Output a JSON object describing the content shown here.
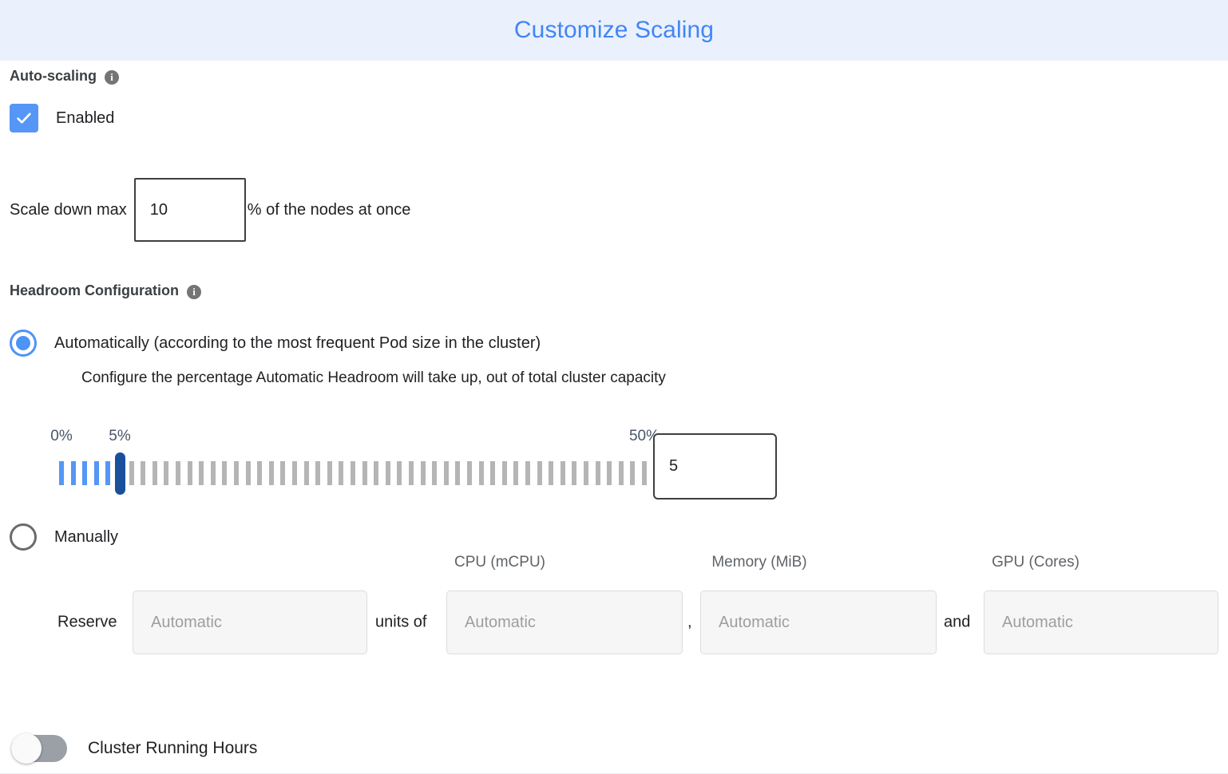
{
  "header": {
    "title": "Customize Scaling",
    "title_color": "#4285f4",
    "background_color": "#eaf1fd"
  },
  "autoscaling": {
    "section_label": "Auto-scaling",
    "info_glyph": "i",
    "checkbox_label": "Enabled",
    "checkbox_checked": true,
    "accent_color": "#5596f6"
  },
  "scale_down": {
    "pre_text": "Scale down max",
    "value": "10",
    "post_text": "% of the nodes at once"
  },
  "headroom": {
    "section_label": "Headroom Configuration",
    "info_glyph": "i",
    "automatic_label": "Automatically (according to the most frequent Pod size in the cluster)",
    "automatic_sub": "Configure the percentage Automatic Headroom will take up, out of total cluster capacity",
    "automatic_selected": true,
    "manual_label": "Manually",
    "manual_selected": false
  },
  "slider": {
    "min_label": "0%",
    "max_label": "50%",
    "current_label": "5%",
    "min": 0,
    "max": 50,
    "value": 5,
    "tick_count": 51,
    "value_input": "5",
    "filled_color": "#5596f6",
    "empty_color": "#b5b5b5",
    "thumb_color": "#1a4f9c",
    "label_color": "#4a5568"
  },
  "reserve": {
    "reserve_text": "Reserve",
    "units_of_text": "units of",
    "comma_text": ",",
    "and_text": "and",
    "units_placeholder": "Automatic",
    "fields": [
      {
        "header": "CPU (mCPU)",
        "placeholder": "Automatic",
        "value": ""
      },
      {
        "header": "Memory (MiB)",
        "placeholder": "Automatic",
        "value": ""
      },
      {
        "header": "GPU (Cores)",
        "placeholder": "Automatic",
        "value": ""
      }
    ]
  },
  "cluster_hours": {
    "label": "Cluster Running Hours",
    "enabled": false,
    "track_color": "#9aa0a6"
  }
}
